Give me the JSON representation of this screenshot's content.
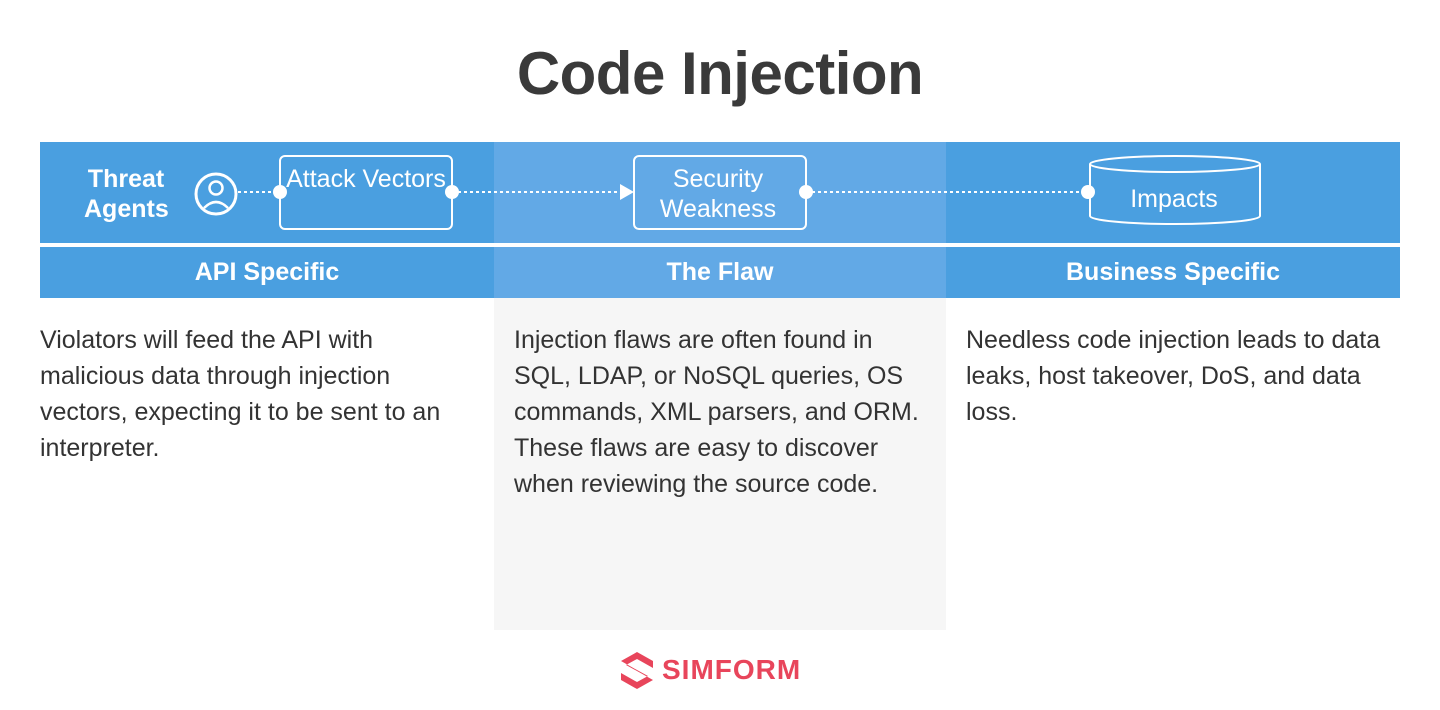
{
  "title": "Code Injection",
  "flow": {
    "threat_agents": "Threat Agents",
    "attack_vectors": "Attack Vectors",
    "security_weakness": "Security Weakness",
    "impacts": "Impacts"
  },
  "columns": [
    {
      "label": "API Specific",
      "description": "Violators will feed the API with malicious data through injection vectors, expecting it to be sent to an interpreter."
    },
    {
      "label": "The Flaw",
      "description": "Injection flaws are often found in SQL, LDAP, or NoSQL queries, OS commands, XML parsers, and ORM. These flaws are easy to discover when reviewing the source code."
    },
    {
      "label": "Business Specific",
      "description": "Needless code injection leads to data leaks, host takeover, DoS, and data loss."
    }
  ],
  "logo": {
    "text": "SIMFORM",
    "color": "#e8455b"
  },
  "colors": {
    "band": "#4a9fe0",
    "band_mid": "#62a9e6",
    "title": "#3a3a3a"
  }
}
